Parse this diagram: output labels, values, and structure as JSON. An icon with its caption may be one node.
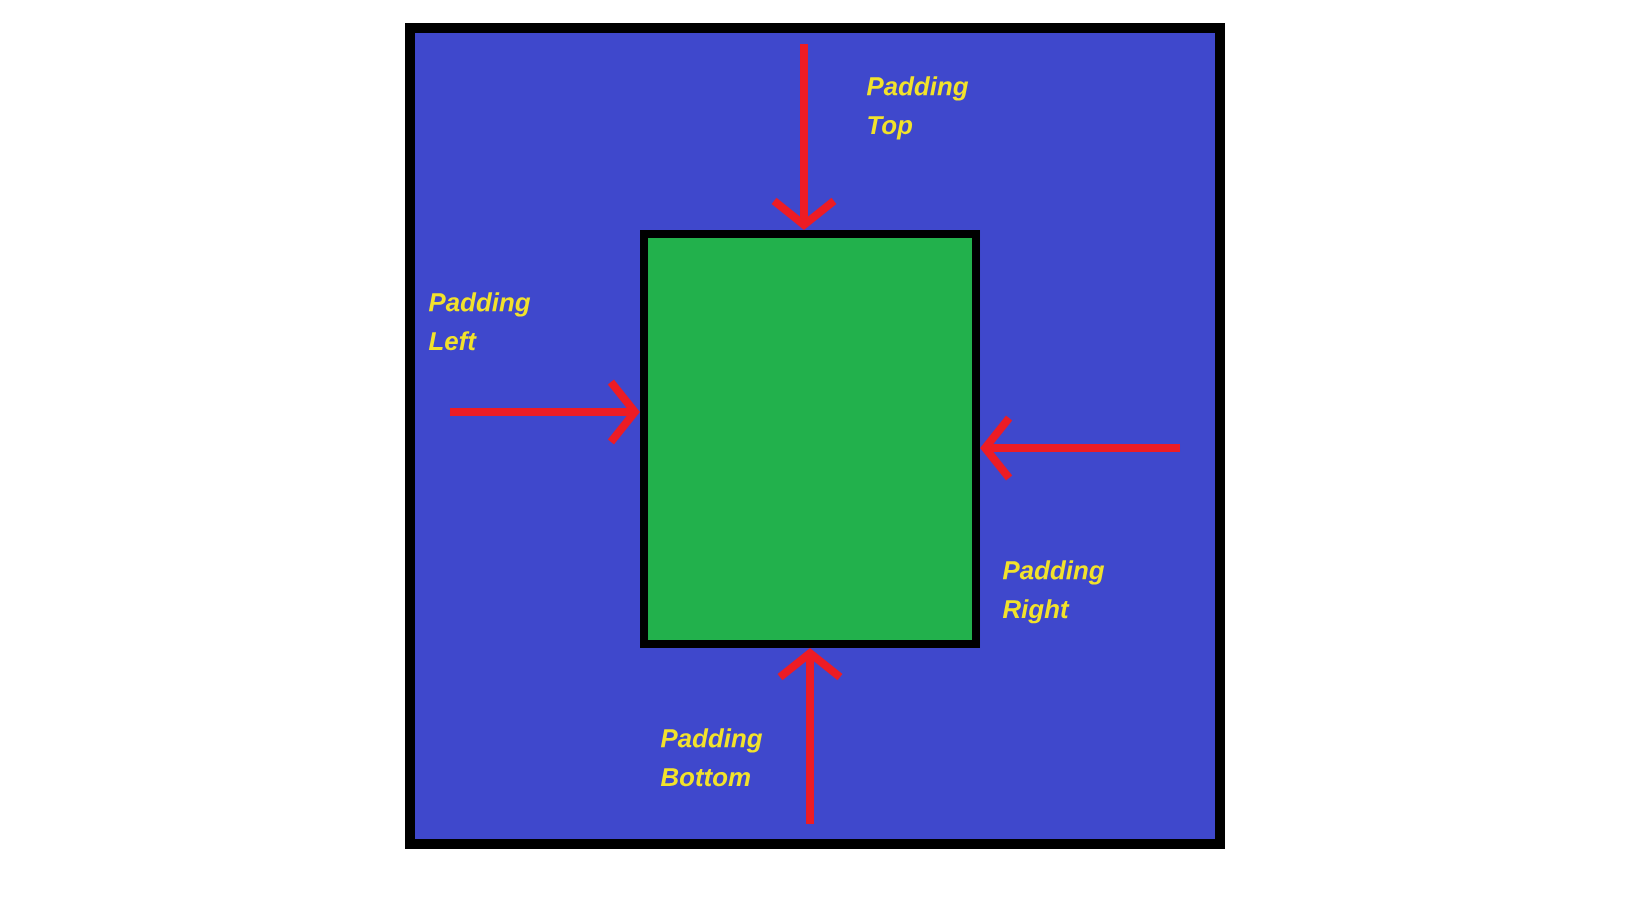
{
  "diagram": {
    "nodes": [
      {
        "text": [],
        "shape": "box"
      },
      {
        "text": [],
        "shape": "box",
        "in": 0
      }
    ],
    "edges": [
      {
        "from": null,
        "to": 1,
        "arrow": "to",
        "label": "Padding Top"
      },
      {
        "from": null,
        "to": 1,
        "arrow": "to",
        "label": "Padding Left"
      },
      {
        "from": null,
        "to": 1,
        "arrow": "to",
        "label": "Padding Right"
      },
      {
        "from": null,
        "to": 1,
        "arrow": "to",
        "label": "Padding Bottom"
      }
    ]
  }
}
